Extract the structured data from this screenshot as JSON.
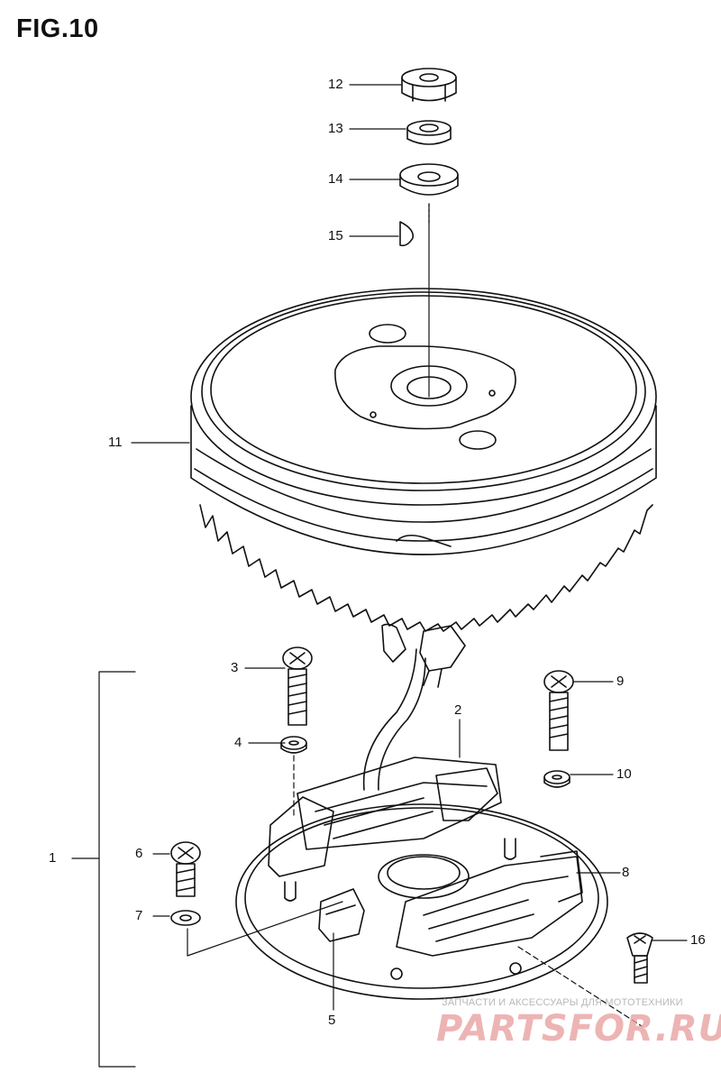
{
  "figure": {
    "title": "FIG.10"
  },
  "callouts": {
    "c1": "1",
    "c2": "2",
    "c3": "3",
    "c4": "4",
    "c5": "5",
    "c6": "6",
    "c7": "7",
    "c8": "8",
    "c9": "9",
    "c10": "10",
    "c11": "11",
    "c12": "12",
    "c13": "13",
    "c14": "14",
    "c15": "15",
    "c16": "16"
  },
  "watermark": {
    "tagline": "ЗАПЧАСТИ И АКСЕССУАРЫ ДЛЯ МОТОТЕХНИКИ",
    "logo": "PARTSFOR.RU"
  },
  "colors": {
    "ink": "#111111",
    "watermark_logo": "#e9a2a2",
    "watermark_text": "#b8b8b8"
  }
}
